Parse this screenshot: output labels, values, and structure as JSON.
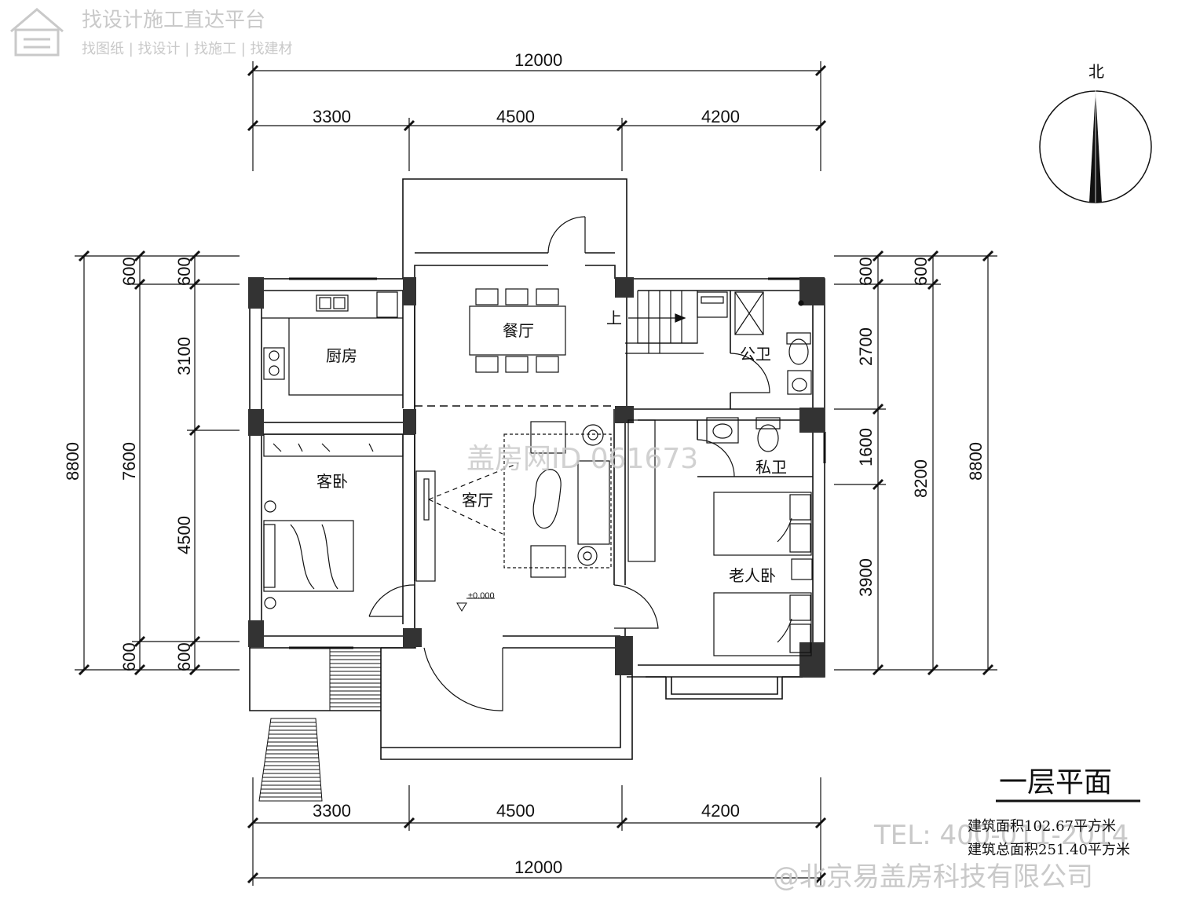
{
  "watermark": {
    "brand_line": "找设计施工直达平台",
    "brand_sub": "找图纸 | 找设计 | 找施工 | 找建材",
    "id_text": "盖房网ID 061673",
    "tel": "TEL: 400-011-2014",
    "company": "@北京易盖房科技有限公司"
  },
  "compass": {
    "north_label": "北"
  },
  "dimensions": {
    "top_total": "12000",
    "top_segments": [
      "3300",
      "4500",
      "4200"
    ],
    "bottom_segments": [
      "3300",
      "4500",
      "4200"
    ],
    "bottom_total": "12000",
    "left_total": "8800",
    "left_mid": "7600",
    "left_segments": [
      "600",
      "600",
      "3100",
      "4500",
      "600",
      "600"
    ],
    "right_segments": [
      "600",
      "600",
      "2700",
      "1600",
      "3900"
    ],
    "right_mid": "8200",
    "right_total": "8800"
  },
  "rooms": {
    "kitchen": "厨房",
    "dining": "餐厅",
    "public_bath": "公卫",
    "guest_bedroom": "客卧",
    "living_room": "客厅",
    "private_bath": "私卫",
    "elder_bedroom": "老人卧"
  },
  "annotations": {
    "stair_up": "上",
    "elevation": "±0.000"
  },
  "title_block": {
    "title": "一层平面",
    "area_line": "建筑面积102.67平方米",
    "total_area_line": "建筑总面积251.40平方米"
  }
}
